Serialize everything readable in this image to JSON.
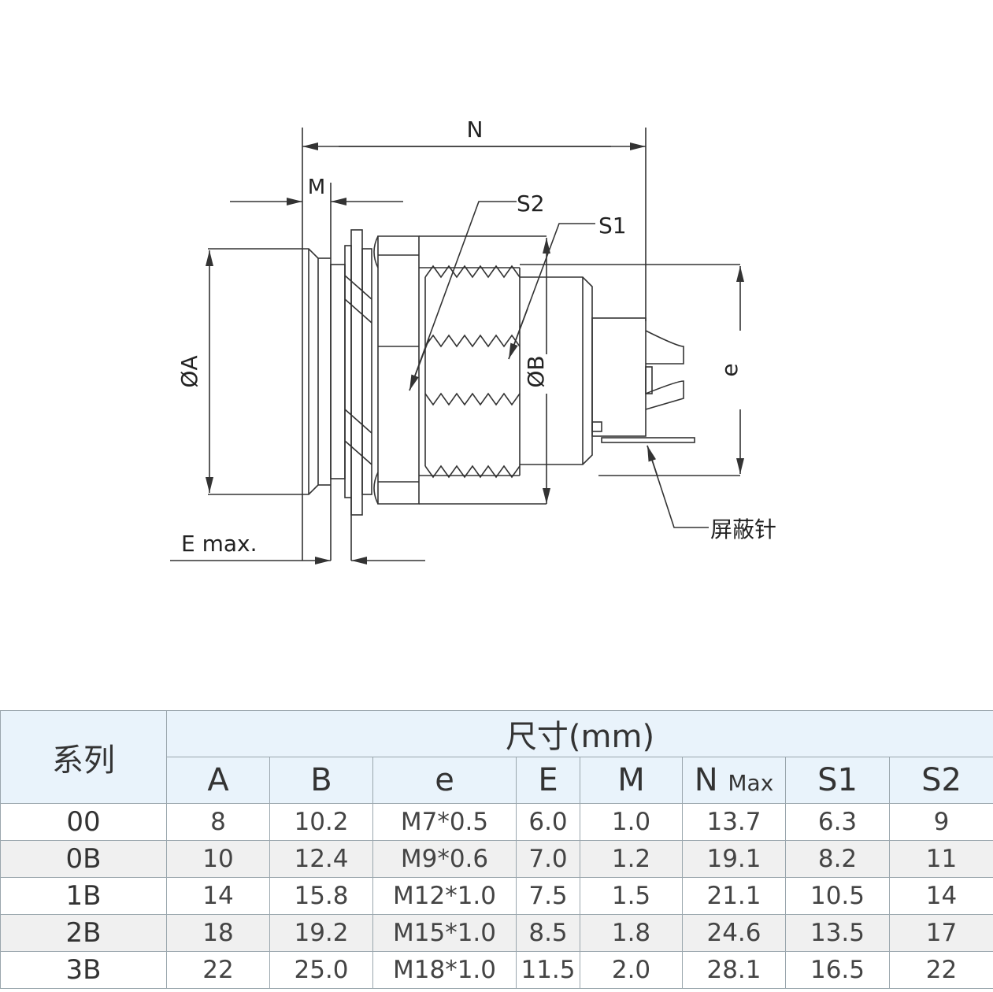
{
  "drawing": {
    "labels": {
      "N": "N",
      "M": "M",
      "S2": "S2",
      "S1": "S1",
      "A": "ØA",
      "B": "ØB",
      "e": "e",
      "Emax": "E max.",
      "shield_pin": "屏蔽针"
    },
    "stroke_color": "#333333"
  },
  "table": {
    "series_header": "系列",
    "size_header": "尺寸(mm)",
    "columns": [
      {
        "key": "A",
        "label": "A",
        "suffix": ""
      },
      {
        "key": "B",
        "label": "B",
        "suffix": ""
      },
      {
        "key": "e",
        "label": "e",
        "suffix": ""
      },
      {
        "key": "E",
        "label": "E",
        "suffix": ""
      },
      {
        "key": "M",
        "label": "M",
        "suffix": ""
      },
      {
        "key": "N",
        "label": "N",
        "suffix": "Max"
      },
      {
        "key": "S1",
        "label": "S1",
        "suffix": ""
      },
      {
        "key": "S2",
        "label": "S2",
        "suffix": ""
      }
    ],
    "rows": [
      {
        "series": "00",
        "A": "8",
        "B": "10.2",
        "e": "M7*0.5",
        "E": "6.0",
        "M": "1.0",
        "N": "13.7",
        "S1": "6.3",
        "S2": "9"
      },
      {
        "series": "0B",
        "A": "10",
        "B": "12.4",
        "e": "M9*0.6",
        "E": "7.0",
        "M": "1.2",
        "N": "19.1",
        "S1": "8.2",
        "S2": "11"
      },
      {
        "series": "1B",
        "A": "14",
        "B": "15.8",
        "e": "M12*1.0",
        "E": "7.5",
        "M": "1.5",
        "N": "21.1",
        "S1": "10.5",
        "S2": "14"
      },
      {
        "series": "2B",
        "A": "18",
        "B": "19.2",
        "e": "M15*1.0",
        "E": "8.5",
        "M": "1.8",
        "N": "24.6",
        "S1": "13.5",
        "S2": "17"
      },
      {
        "series": "3B",
        "A": "22",
        "B": "25.0",
        "e": "M18*1.0",
        "E": "11.5",
        "M": "2.0",
        "N": "28.1",
        "S1": "16.5",
        "S2": "22"
      }
    ],
    "header_bg": "#e9f3fb",
    "alt_row_bg": "#f0f0f0"
  }
}
